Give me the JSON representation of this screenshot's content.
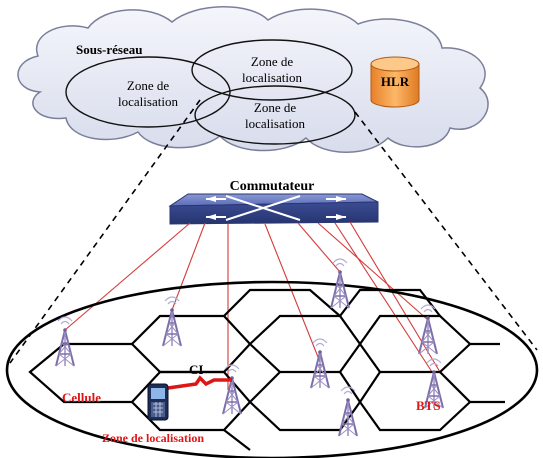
{
  "network": {
    "subnetwork_label": "Sous-réseau",
    "zones": [
      {
        "label_line1": "Zone de",
        "label_line2": "localisation"
      },
      {
        "label_line1": "Zone de",
        "label_line2": "localisation"
      },
      {
        "label_line1": "Zone de",
        "label_line2": "localisation"
      }
    ],
    "hlr_label": "HLR",
    "switch_label": "Commutateur",
    "ci_label": "CI",
    "cell_label": "Cellule",
    "bts_label": "BTS",
    "location_zone_label": "Zone de localisation"
  },
  "colors": {
    "cloud_fill": "#e3e7f3",
    "cloud_stroke": "#7b7f9a",
    "hlr_fill": "#f5a04a",
    "switch_fill": "#4d5fa8",
    "link_color": "#d63a3a",
    "accent_red": "#e01515",
    "tower_color": "#8c7fb0"
  },
  "icons": {
    "hlr": "database-cylinder-icon",
    "switch": "network-switch-icon",
    "tower": "antenna-tower-icon",
    "phone": "mobile-phone-icon"
  }
}
